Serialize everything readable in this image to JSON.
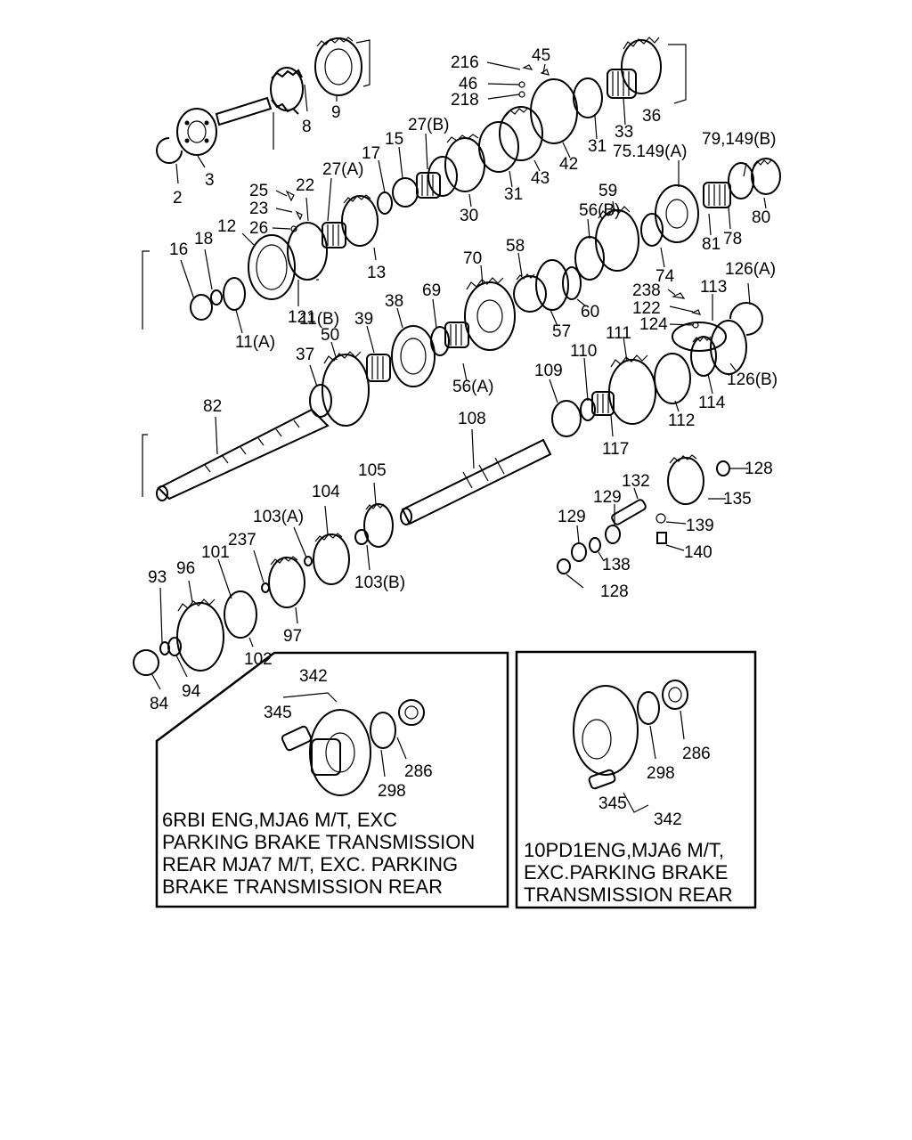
{
  "labels": {
    "p2": "2",
    "p3": "3",
    "p8": "8",
    "p9": "9",
    "p216": "216",
    "p45": "45",
    "p46": "46",
    "p218": "218",
    "p33": "33",
    "p36": "36",
    "p27b": "27(B)",
    "p15": "15",
    "p17": "17",
    "p27a": "27(A)",
    "p22": "22",
    "p25": "25",
    "p23": "23",
    "p26": "26",
    "p30": "30",
    "p31a": "31",
    "p43": "43",
    "p42": "42",
    "p31b": "31",
    "p75149a": "75.149(A)",
    "p79149b": "79,149(B)",
    "p12": "12",
    "p13": "13",
    "p16": "16",
    "p18": "18",
    "p11b": "11(B)",
    "p121": "121",
    "p11a": "11(A)",
    "p56b": "56(B)",
    "p59": "59",
    "p80": "80",
    "p81": "81",
    "p78": "78",
    "p74": "74",
    "p70": "70",
    "p58": "58",
    "p69": "69",
    "p38": "38",
    "p39": "39",
    "p50": "50",
    "p37": "37",
    "p56a": "56(A)",
    "p57": "57",
    "p60": "60",
    "p238": "238",
    "p113": "113",
    "p126a": "126(A)",
    "p122": "122",
    "p124": "124",
    "p111": "111",
    "p110": "110",
    "p109": "109",
    "p126b": "126(B)",
    "p114": "114",
    "p112": "112",
    "p117": "117",
    "p82": "82",
    "p108": "108",
    "p128a": "128",
    "p135": "135",
    "p132": "132",
    "p129a": "129",
    "p139": "139",
    "p129b": "129",
    "p140": "140",
    "p138": "138",
    "p128b": "128",
    "p105": "105",
    "p104": "104",
    "p103a": "103(A)",
    "p237": "237",
    "p103b": "103(B)",
    "p93": "93",
    "p96": "96",
    "p101": "101",
    "p97": "97",
    "p102": "102",
    "p84": "84",
    "p94": "94",
    "inset1_342": "342",
    "inset1_345": "345",
    "inset1_298": "298",
    "inset1_286": "286",
    "inset2_286": "286",
    "inset2_298": "298",
    "inset2_345": "345",
    "inset2_342": "342"
  },
  "notes": {
    "left_line1": "6RBI ENG,MJA6 M/T, EXC",
    "left_line2": "PARKING BRAKE TRANSMISSION",
    "left_line3": "REAR MJA7 M/T, EXC. PARKING",
    "left_line4": "BRAKE TRANSMISSION REAR",
    "right_line1": "10PD1ENG,MJA6 M/T,",
    "right_line2": "EXC.PARKING BRAKE",
    "right_line3": "TRANSMISSION REAR"
  }
}
